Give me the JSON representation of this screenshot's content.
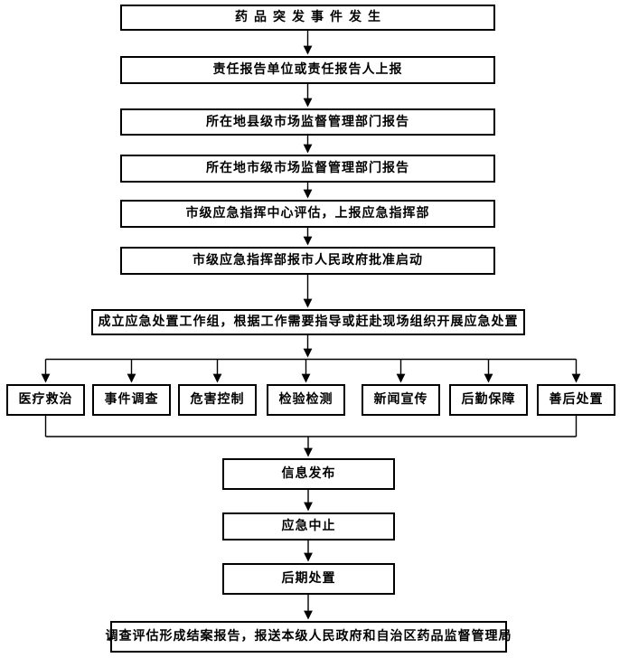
{
  "flowchart": {
    "title_step": "药品突发事件发生",
    "steps": [
      "药品突发事件发生",
      "责任报告单位或责任报告人上报",
      "所在地县级市场监督管理部门报告",
      "所在地市级市场监督管理部门报告",
      "市级应急指挥中心评估，上报应急指挥部",
      "市级应急指挥部报市人民政府批准启动",
      "成立应急处置工作组，根据工作需要指导或赶赴现场组织开展应急处置"
    ],
    "parallel_tasks": [
      "医疗救治",
      "事件调查",
      "危害控制",
      "检验检测",
      "新闻宣传",
      "后勤保障",
      "善后处置"
    ],
    "post_steps": [
      "信息发布",
      "应急中止",
      "后期处置"
    ],
    "final_step": "调查评估形成结案报告，报送本级人民政府和自治区药品监督管理局"
  },
  "colors": {
    "line": "#000000",
    "box_border": "#000000",
    "box_fill": "#ffffff",
    "background": "#ffffff",
    "text": "#000000"
  }
}
